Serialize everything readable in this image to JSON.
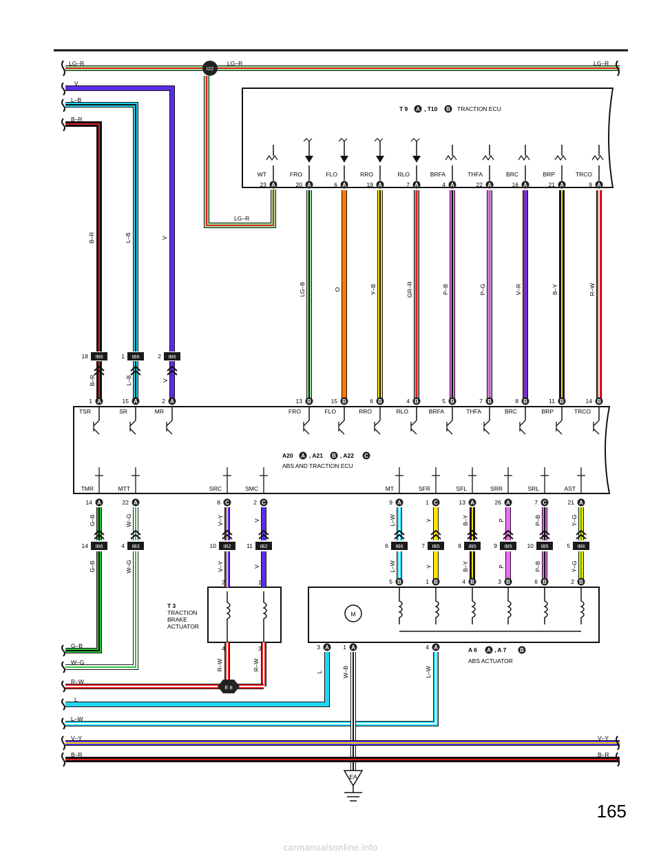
{
  "page_number": "165",
  "watermark": "carmanualsonline.info",
  "splices": {
    "top": "I22",
    "ground_bus": "E 8",
    "ground": "EA"
  },
  "left_wires": [
    "LG–R",
    "V",
    "L–B",
    "B–R"
  ],
  "right_wires": [
    "LG–R"
  ],
  "bottom_left_wires": [
    "G–B",
    "W–G",
    "R–W",
    "L",
    "L–W",
    "V–Y",
    "B–R"
  ],
  "bottom_right_wires": [
    "V–Y",
    "B–R"
  ],
  "top_mid_wire": "LG–R",
  "lgr_drop_label": "LG–R",
  "traction_ecu": {
    "title_parts": [
      "T 9",
      "A",
      ", T10",
      "B",
      "TRACTION ECU"
    ],
    "terminals": [
      "WT",
      "FRO",
      "FLO",
      "RRO",
      "RLO",
      "BRFA",
      "THFA",
      "BRC",
      "BRP",
      "TRCO"
    ],
    "pins": [
      {
        "num": "23",
        "con": "A"
      },
      {
        "num": "20",
        "con": "A"
      },
      {
        "num": "6",
        "con": "A"
      },
      {
        "num": "19",
        "con": "A"
      },
      {
        "num": "7",
        "con": "A"
      },
      {
        "num": "4",
        "con": "A"
      },
      {
        "num": "22",
        "con": "A"
      },
      {
        "num": "16",
        "con": "A"
      },
      {
        "num": "21",
        "con": "A"
      },
      {
        "num": "9",
        "con": "A"
      }
    ],
    "wire_colors": [
      "LG–B",
      "O",
      "Y–B",
      "GR–R",
      "P–B",
      "P–G",
      "V–R",
      "B–Y",
      "R–W"
    ]
  },
  "left_risers": [
    {
      "label": "B–R",
      "ib_pin": "18",
      "ib": "IB6",
      "abs_pin": "1",
      "abs_con": "A",
      "color": "B–R"
    },
    {
      "label": "L–B",
      "ib_pin": "1",
      "ib": "IB6",
      "abs_pin": "15",
      "abs_con": "A",
      "color": "L–B"
    },
    {
      "label": "V",
      "ib_pin": "2",
      "ib": "IB6",
      "abs_pin": "2",
      "abs_con": "A",
      "color": "V"
    }
  ],
  "abs_ecu": {
    "title_parts": [
      "A20",
      "A",
      ", A21",
      "B",
      ", A22",
      "C"
    ],
    "subtitle": "ABS AND TRACTION ECU",
    "top_terminals": [
      "TSR",
      "SR",
      "MR",
      "FRO",
      "FLO",
      "RRO",
      "RLO",
      "BRFA",
      "THFA",
      "BRC",
      "BRP",
      "TRCO"
    ],
    "top_pins": [
      {
        "num": "1",
        "con": "A"
      },
      {
        "num": "15",
        "con": "A"
      },
      {
        "num": "2",
        "con": "A"
      },
      {
        "num": "13",
        "con": "B"
      },
      {
        "num": "15",
        "con": "B"
      },
      {
        "num": "6",
        "con": "B"
      },
      {
        "num": "4",
        "con": "B"
      },
      {
        "num": "5",
        "con": "B"
      },
      {
        "num": "7",
        "con": "B"
      },
      {
        "num": "8",
        "con": "B"
      },
      {
        "num": "11",
        "con": "B"
      },
      {
        "num": "14",
        "con": "B"
      }
    ],
    "bottom_terminals": [
      "TMR",
      "MTT",
      "SRC",
      "SMC",
      "MT",
      "SFR",
      "SFL",
      "SRR",
      "SRL",
      "AST"
    ],
    "bottom_pins": [
      {
        "num": "14",
        "con": "A"
      },
      {
        "num": "22",
        "con": "A"
      },
      {
        "num": "8",
        "con": "C"
      },
      {
        "num": "2",
        "con": "C"
      },
      {
        "num": "9",
        "con": "A"
      },
      {
        "num": "1",
        "con": "C"
      },
      {
        "num": "13",
        "con": "A"
      },
      {
        "num": "26",
        "con": "A"
      },
      {
        "num": "7",
        "con": "C"
      },
      {
        "num": "21",
        "con": "A"
      }
    ]
  },
  "lower_wires": [
    {
      "upper": "G–B",
      "ib_pin": "14",
      "ib": "IB6",
      "lower": "G–B"
    },
    {
      "upper": "W–G",
      "ib_pin": "4",
      "ib": "IB3",
      "lower": "W–G"
    },
    {
      "upper": "V–Y",
      "ib_pin": "10",
      "ib": "IB2",
      "lower": "V–Y"
    },
    {
      "upper": "V",
      "ib_pin": "11",
      "ib": "IB2",
      "lower": "V"
    },
    {
      "upper": "L–W",
      "ib_pin": "6",
      "ib": "IB6",
      "lower": "L–W"
    },
    {
      "upper": "Y",
      "ib_pin": "7",
      "ib": "IB5",
      "lower": "Y"
    },
    {
      "upper": "B–Y",
      "ib_pin": "8",
      "ib": "IB5",
      "lower": "B–Y"
    },
    {
      "upper": "P",
      "ib_pin": "9",
      "ib": "IB5",
      "lower": "P"
    },
    {
      "upper": "P–B",
      "ib_pin": "10",
      "ib": "IB5",
      "lower": "P–B"
    },
    {
      "upper": "Y–G",
      "ib_pin": "5",
      "ib": "IB6",
      "lower": "Y–G"
    }
  ],
  "brake_actuator": {
    "label_lines": [
      "T 3",
      "TRACTION",
      "BRAKE",
      "ACTUATOR"
    ],
    "top_pins": [
      "2",
      "1"
    ],
    "bottom_pins": [
      "4",
      "3"
    ],
    "bottom_wires": [
      "R–W",
      "R–W"
    ]
  },
  "abs_actuator": {
    "title_parts": [
      "A 6",
      "A",
      ", A 7",
      "B"
    ],
    "subtitle": "ABS ACTUATOR",
    "motor": "M",
    "top_pins": [
      {
        "num": "5",
        "con": "B"
      },
      {
        "num": "1",
        "con": "B"
      },
      {
        "num": "4",
        "con": "B"
      },
      {
        "num": "3",
        "con": "B"
      },
      {
        "num": "6",
        "con": "B"
      },
      {
        "num": "2",
        "con": "B"
      }
    ],
    "bottom_pins": [
      {
        "num": "3",
        "con": "A"
      },
      {
        "num": "1",
        "con": "A"
      },
      {
        "num": "4",
        "con": "A"
      }
    ],
    "bottom_wires": [
      "L",
      "W–B",
      "L–W"
    ]
  },
  "colors": {
    "LG": "#9be39b",
    "R": "#e21f1f",
    "V": "#5b2de8",
    "L": "#22d6f2",
    "O": "#ff7a00",
    "Y": "#ffe600",
    "P": "#ee6ef2",
    "G": "#2fc23a",
    "W": "#ffffff",
    "GR": "#9a9a9a",
    "B": "#111111",
    "badge": "#1a1a1a"
  }
}
